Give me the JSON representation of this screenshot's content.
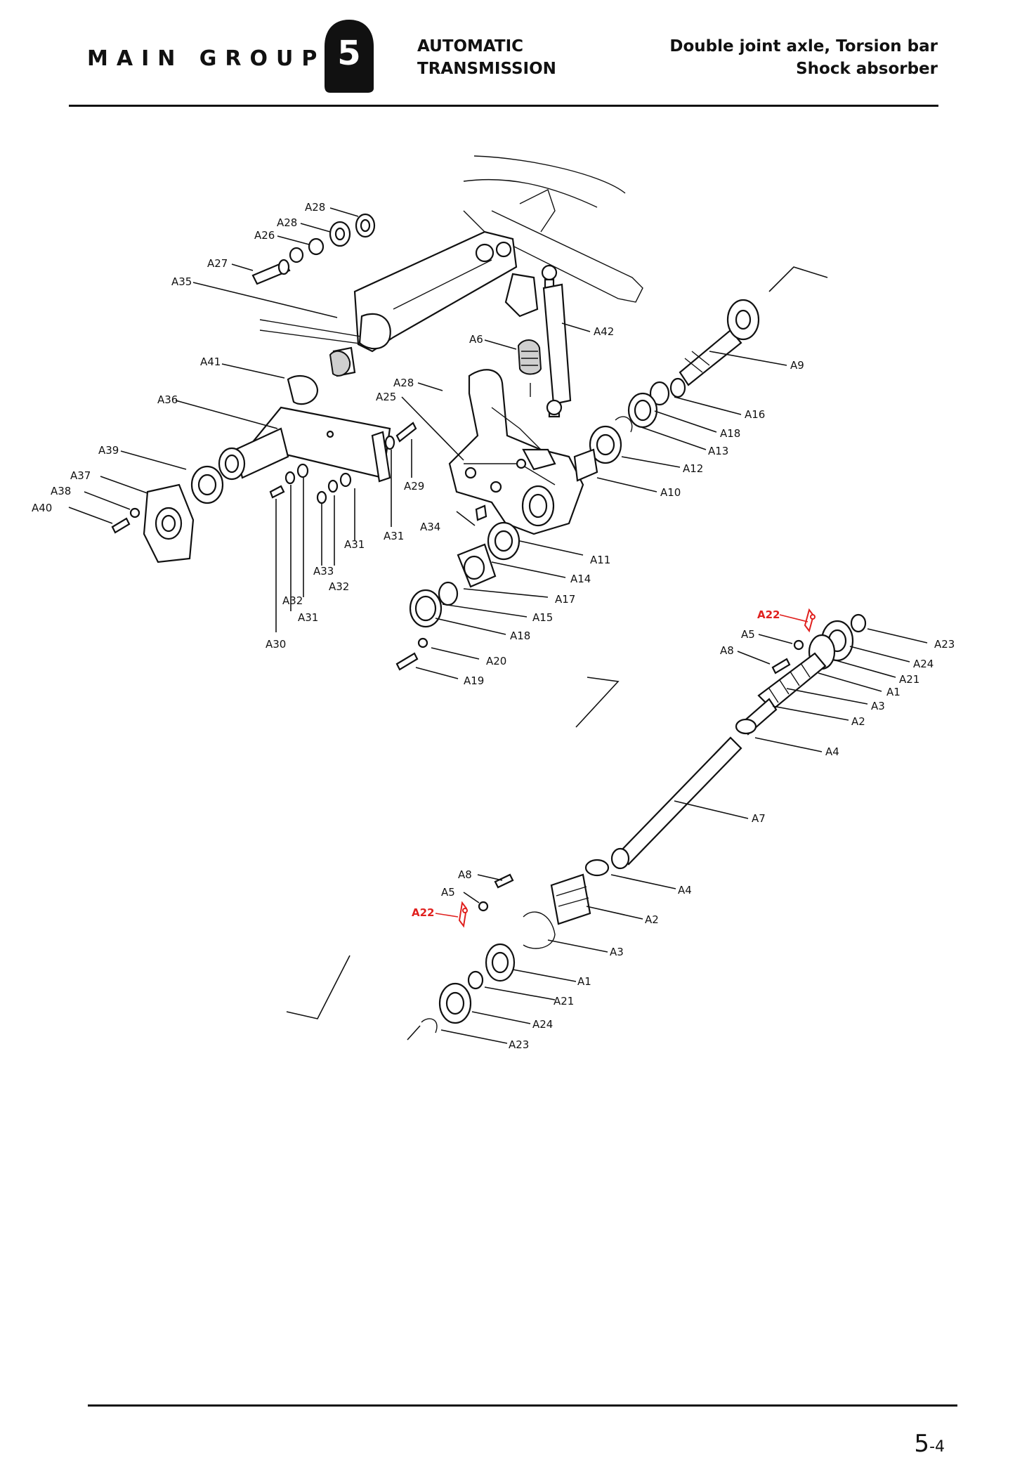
{
  "header": {
    "main_group": "MAIN GROUP",
    "group_number": "5",
    "section_line1": "AUTOMATIC",
    "section_line2": "TRANSMISSION",
    "title_line1": "Double joint axle, Torsion bar",
    "title_line2": "Shock absorber"
  },
  "footer": {
    "page": "5",
    "page_sub": "-4"
  },
  "colors": {
    "highlight": "#e0201e",
    "ink": "#111111"
  },
  "labels": {
    "l_a28_top": "A28",
    "l_a28_b": "A28",
    "l_a26": "A26",
    "l_a27": "A27",
    "l_a35": "A35",
    "l_a6": "A6",
    "l_a42": "A42",
    "l_a9": "A9",
    "l_a41": "A41",
    "l_a28_c": "A28",
    "l_a25": "A25",
    "l_a36": "A36",
    "l_a16": "A16",
    "l_a18": "A18",
    "l_a13": "A13",
    "l_a12": "A12",
    "l_a10": "A10",
    "l_a39": "A39",
    "l_a37": "A37",
    "l_a38": "A38",
    "l_a40": "A40",
    "l_a29": "A29",
    "l_a34": "A34",
    "l_a31_a": "A31",
    "l_a31_b": "A31",
    "l_a33": "A33",
    "l_a32_a": "A32",
    "l_a32_b": "A32",
    "l_a31_c": "A31",
    "l_a30": "A30",
    "l_a11": "A11",
    "l_a14": "A14",
    "l_a17": "A17",
    "l_a15": "A15",
    "l_a18_b": "A18",
    "l_a20": "A20",
    "l_a19": "A19",
    "r_a22": "A22",
    "r_a5": "A5",
    "r_a8": "A8",
    "r_a23": "A23",
    "r_a24": "A24",
    "r_a21": "A21",
    "r_a1": "A1",
    "r_a3": "A3",
    "r_a2": "A2",
    "r_a4": "A4",
    "r_a7": "A7",
    "b_a8": "A8",
    "b_a5": "A5",
    "b_a22": "A22",
    "b_a4": "A4",
    "b_a2": "A2",
    "b_a3": "A3",
    "b_a1": "A1",
    "b_a21": "A21",
    "b_a24": "A24",
    "b_a23": "A23"
  }
}
